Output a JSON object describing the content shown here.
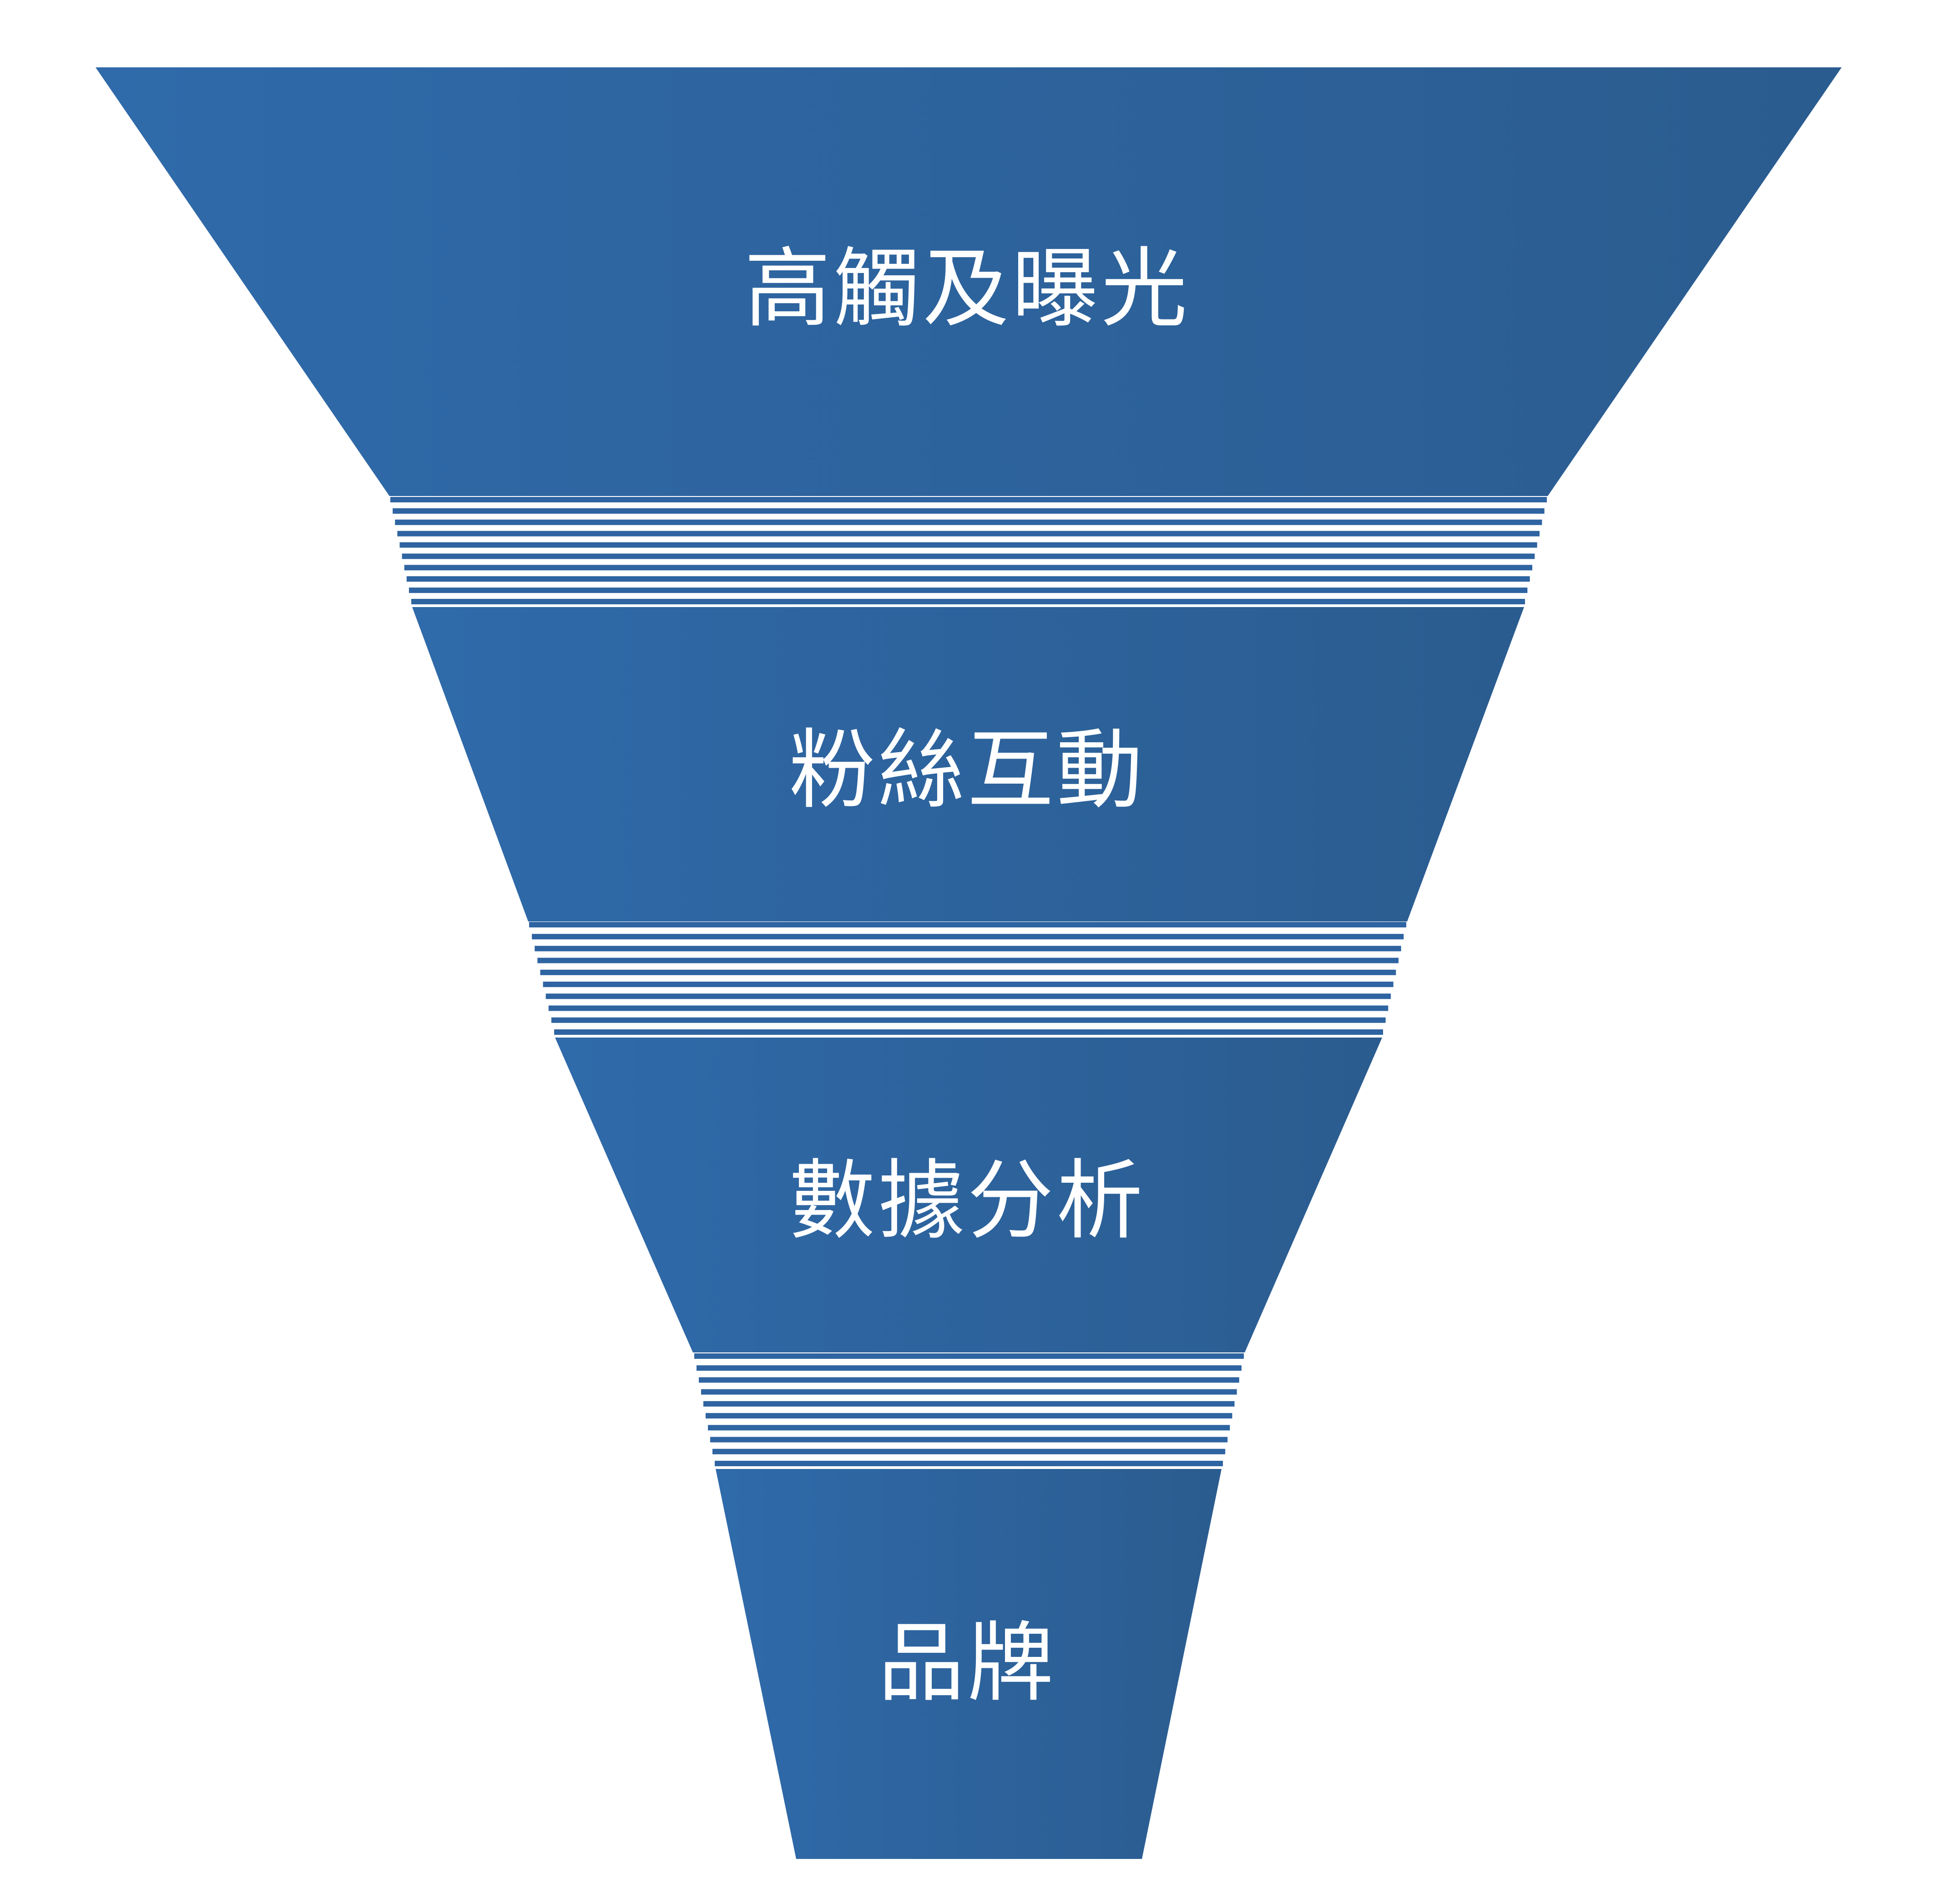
{
  "diagram": {
    "type": "funnel",
    "colors": {
      "stage_gradient_start": "#2f6aaa",
      "stage_gradient_end": "#2b5c8f",
      "band_line": "#2e64a1",
      "background": "#ffffff"
    },
    "stages": [
      {
        "label": "高觸及曝光"
      },
      {
        "label": "粉絲互動"
      },
      {
        "label": "數據分析"
      },
      {
        "label": "品牌"
      }
    ]
  }
}
